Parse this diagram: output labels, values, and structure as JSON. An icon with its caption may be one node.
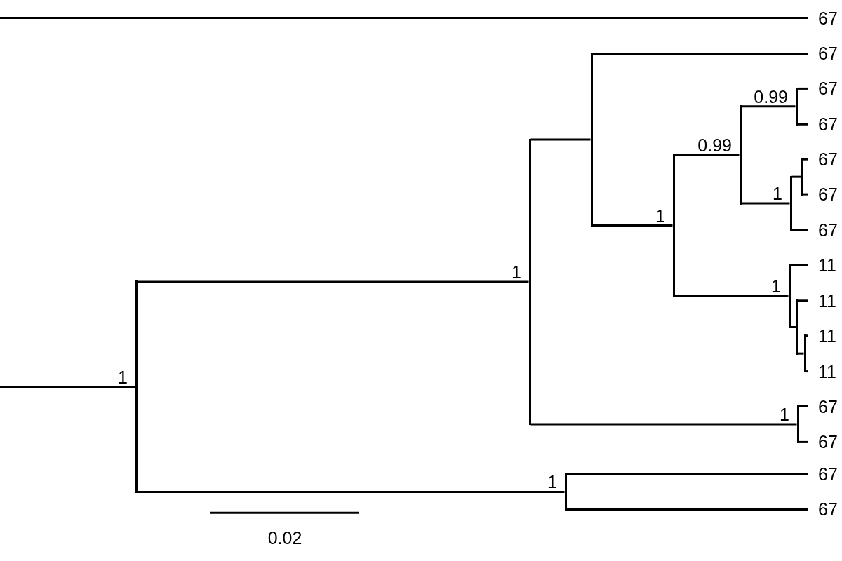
{
  "diagram": {
    "nodes": [
      {
        "text": [
          "67"
        ]
      },
      {
        "text": [],
        "shape": "bar",
        "beside": [
          "1"
        ]
      },
      {
        "text": [],
        "shape": "bar",
        "beside": [
          "1"
        ]
      },
      {
        "text": [],
        "shape": "bar"
      },
      {
        "text": [
          "67"
        ]
      },
      {
        "text": [],
        "shape": "bar",
        "beside": [
          "1"
        ]
      },
      {
        "text": [],
        "shape": "bar",
        "beside": [
          "0.99"
        ]
      },
      {
        "text": [],
        "shape": "bar",
        "beside": [
          "0.99"
        ]
      },
      {
        "text": [
          "67"
        ]
      },
      {
        "text": [
          "67"
        ]
      },
      {
        "text": [],
        "shape": "bar",
        "beside": [
          "1"
        ]
      },
      {
        "text": [],
        "shape": "bar"
      },
      {
        "text": [
          "67"
        ]
      },
      {
        "text": [
          "67"
        ]
      },
      {
        "text": [
          "67"
        ]
      },
      {
        "text": [],
        "shape": "bar",
        "beside": [
          "1"
        ]
      },
      {
        "text": [
          "11"
        ]
      },
      {
        "text": [],
        "shape": "bar"
      },
      {
        "text": [
          "11"
        ]
      },
      {
        "text": [],
        "shape": "bar"
      },
      {
        "text": [
          "11"
        ]
      },
      {
        "text": [
          "11"
        ]
      },
      {
        "text": [],
        "shape": "bar",
        "beside": [
          "1"
        ]
      },
      {
        "text": [
          "67"
        ]
      },
      {
        "text": [
          "67"
        ]
      },
      {
        "text": [],
        "shape": "bar",
        "beside": [
          "1"
        ]
      },
      {
        "text": [
          "67"
        ]
      },
      {
        "text": [
          "67"
        ]
      }
    ],
    "edges": [
      {
        "from": null,
        "to": 0,
        "arrow": "none"
      },
      {
        "from": null,
        "to": 1,
        "arrow": "none"
      },
      {
        "from": 1,
        "to": 2,
        "arrow": "none"
      },
      {
        "from": 2,
        "to": 3,
        "arrow": "none"
      },
      {
        "from": 3,
        "to": 4,
        "arrow": "none"
      },
      {
        "from": 3,
        "to": 5,
        "arrow": "none"
      },
      {
        "from": 5,
        "to": 6,
        "arrow": "none"
      },
      {
        "from": 6,
        "to": 7,
        "arrow": "none"
      },
      {
        "from": 7,
        "to": 8,
        "arrow": "none"
      },
      {
        "from": 7,
        "to": 9,
        "arrow": "none"
      },
      {
        "from": 6,
        "to": 10,
        "arrow": "none"
      },
      {
        "from": 10,
        "to": 11,
        "arrow": "none"
      },
      {
        "from": 11,
        "to": 12,
        "arrow": "none"
      },
      {
        "from": 11,
        "to": 13,
        "arrow": "none"
      },
      {
        "from": 10,
        "to": 14,
        "arrow": "none"
      },
      {
        "from": 5,
        "to": 15,
        "arrow": "none"
      },
      {
        "from": 15,
        "to": 16,
        "arrow": "none"
      },
      {
        "from": 15,
        "to": 17,
        "arrow": "none"
      },
      {
        "from": 17,
        "to": 18,
        "arrow": "none"
      },
      {
        "from": 17,
        "to": 19,
        "arrow": "none"
      },
      {
        "from": 19,
        "to": 20,
        "arrow": "none"
      },
      {
        "from": 19,
        "to": 21,
        "arrow": "none"
      },
      {
        "from": 2,
        "to": 22,
        "arrow": "none"
      },
      {
        "from": 22,
        "to": 23,
        "arrow": "none"
      },
      {
        "from": 22,
        "to": 24,
        "arrow": "none"
      },
      {
        "from": 1,
        "to": 25,
        "arrow": "none"
      },
      {
        "from": 25,
        "to": 26,
        "arrow": "none"
      },
      {
        "from": 25,
        "to": 27,
        "arrow": "none"
      }
    ],
    "labels": [
      "0.02"
    ]
  }
}
